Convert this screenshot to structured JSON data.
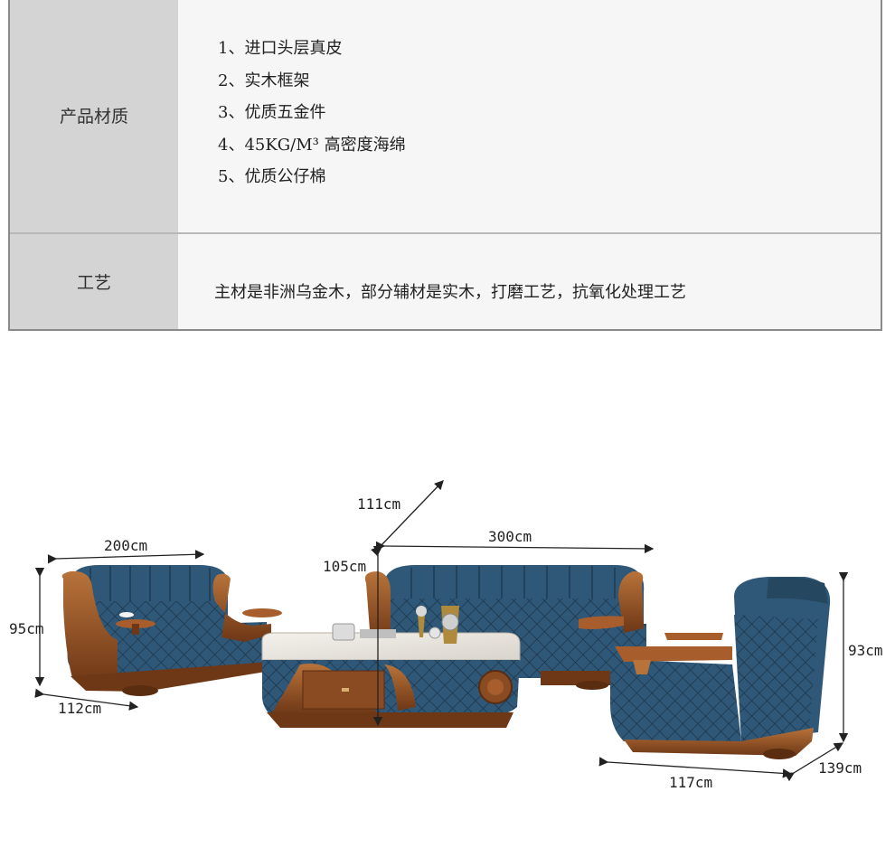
{
  "spec": {
    "material": {
      "label": "产品材质",
      "items": [
        "1、进口头层真皮",
        "2、实木框架",
        "3、优质五金件",
        "4、45KG/M³ 高密度海绵",
        "5、优质公仔棉"
      ]
    },
    "craft": {
      "label": "工艺",
      "value": "主材是非洲乌金木，部分辅材是实木，打磨工艺，抗氧化处理工艺"
    }
  },
  "dimensions": {
    "loveseat_width": "200cm",
    "loveseat_height": "95cm",
    "loveseat_depth": "112cm",
    "table_depth": "111cm",
    "table_height": "105cm",
    "sofa_width": "300cm",
    "chair_height": "93cm",
    "chair_depth": "139cm",
    "chair_width": "117cm"
  },
  "colors": {
    "leather": "#2f5878",
    "leather_dark": "#1e3a52",
    "wood": "#8a4a22",
    "wood_light": "#b8733a",
    "marble": "#ece8e2",
    "label_bg": "#d4d4d4",
    "value_bg": "#f6f6f6"
  }
}
